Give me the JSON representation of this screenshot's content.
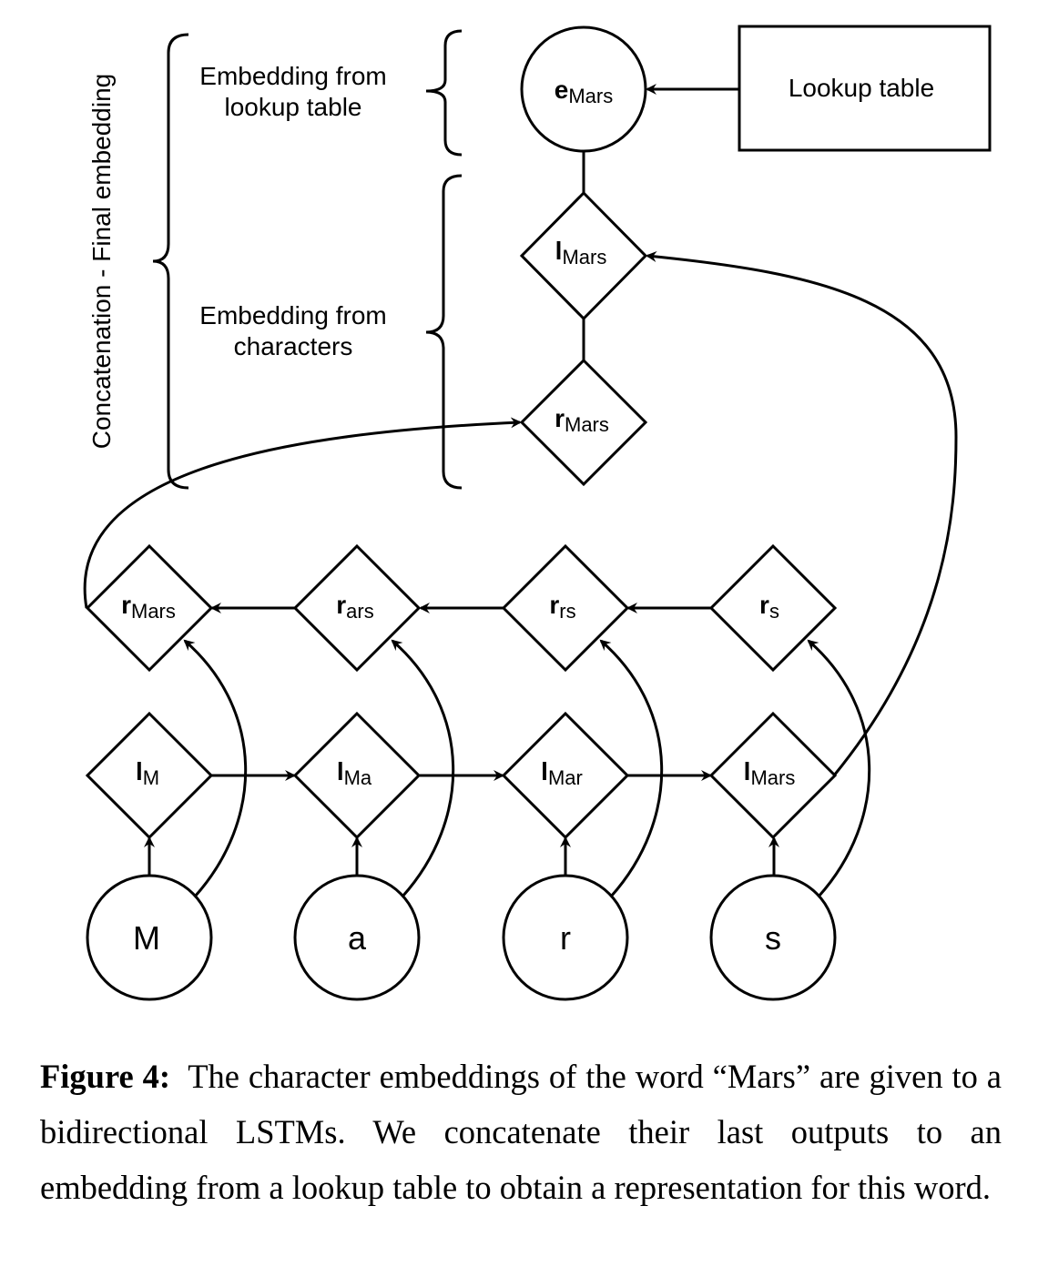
{
  "diagram": {
    "top": {
      "e_node": {
        "base": "e",
        "sub": "Mars"
      },
      "lookup_table": "Lookup table",
      "l_node": {
        "base": "l",
        "sub": "Mars"
      },
      "r_node": {
        "base": "r",
        "sub": "Mars"
      }
    },
    "brackets": {
      "lookup_line1": "Embedding from",
      "lookup_line2": "lookup table",
      "chars_line1": "Embedding from",
      "chars_line2": "characters",
      "concat": "Concatenation - Final embedding"
    },
    "backward": [
      {
        "base": "r",
        "sub": "Mars"
      },
      {
        "base": "r",
        "sub": "ars"
      },
      {
        "base": "r",
        "sub": "rs"
      },
      {
        "base": "r",
        "sub": "s"
      }
    ],
    "forward": [
      {
        "base": "l",
        "sub": "M"
      },
      {
        "base": "l",
        "sub": "Ma"
      },
      {
        "base": "l",
        "sub": "Mar"
      },
      {
        "base": "l",
        "sub": "Mars"
      }
    ],
    "chars": [
      "M",
      "a",
      "r",
      "s"
    ]
  },
  "caption": {
    "label": "Figure 4:",
    "text": "The character embeddings of the word “Mars” are given to a bidirectional LSTMs. We concatenate their last outputs to an embedding from a lookup table to obtain a representation for this word."
  }
}
